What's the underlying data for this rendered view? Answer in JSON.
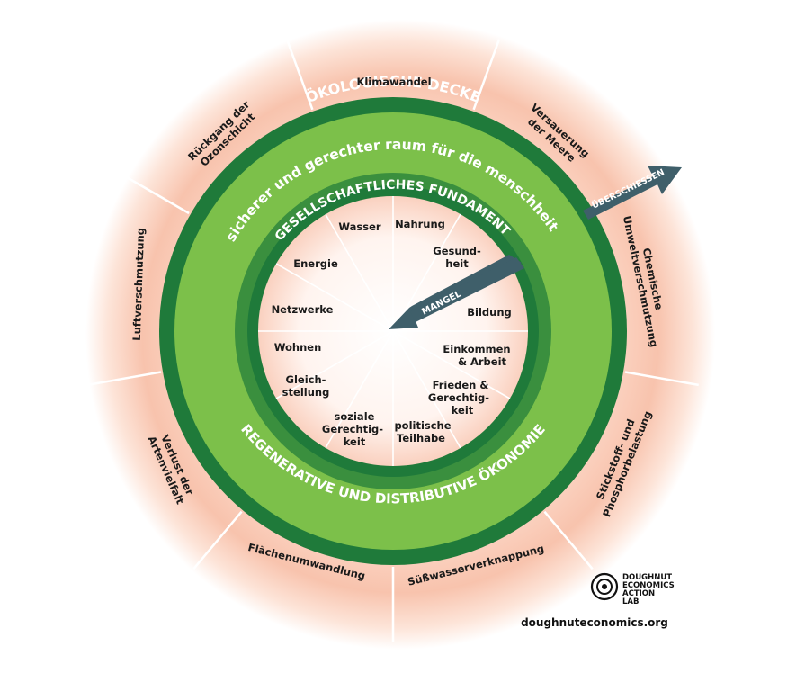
{
  "ring_labels": {
    "ceiling": "ÖKOLOGISCHE DECKE",
    "safe_space": "sicherer und gerechter raum für die menschheit",
    "foundation": "GESELLSCHAFTLICHES FUNDAMENT",
    "economy": "REGENERATIVE UND DISTRIBUTIVE ÖKONOMIE"
  },
  "arrows": {
    "overshoot": "ÜBERSCHIESSEN",
    "shortfall": "MANGEL"
  },
  "ecological_ceiling": [
    "Klimawandel",
    "Versauerung der Meere",
    "Chemische Umweltverschmutzung",
    "Stickstoff- und Phosphorbelastung",
    "Süßwasserverknappung",
    "Flächenumwandlung",
    "Verlust der Artenvielfalt",
    "Luftverschmutzung",
    "Rückgang der Ozonschicht"
  ],
  "social_foundation": [
    "Wasser",
    "Nahrung",
    "Gesund-heit",
    "Bildung",
    "Einkommen & Arbeit",
    "Frieden & Gerechtig-keit",
    "politische Teilhabe",
    "soziale Gerechtig-keit",
    "Gleich-stellung",
    "Wohnen",
    "Netzwerke",
    "Energie"
  ],
  "logo": {
    "line1": "DOUGHNUT",
    "line2": "ECONOMICS",
    "line3": "ACTION",
    "line4": "LAB",
    "url": "doughnuteconomics.org"
  },
  "colors": {
    "dark_green": "#1f7a3a",
    "light_green": "#7cc04a",
    "mid_green": "#3a8f3e",
    "arrow_grey": "#3f5f6a",
    "outer_glow": "#f6b59c"
  }
}
